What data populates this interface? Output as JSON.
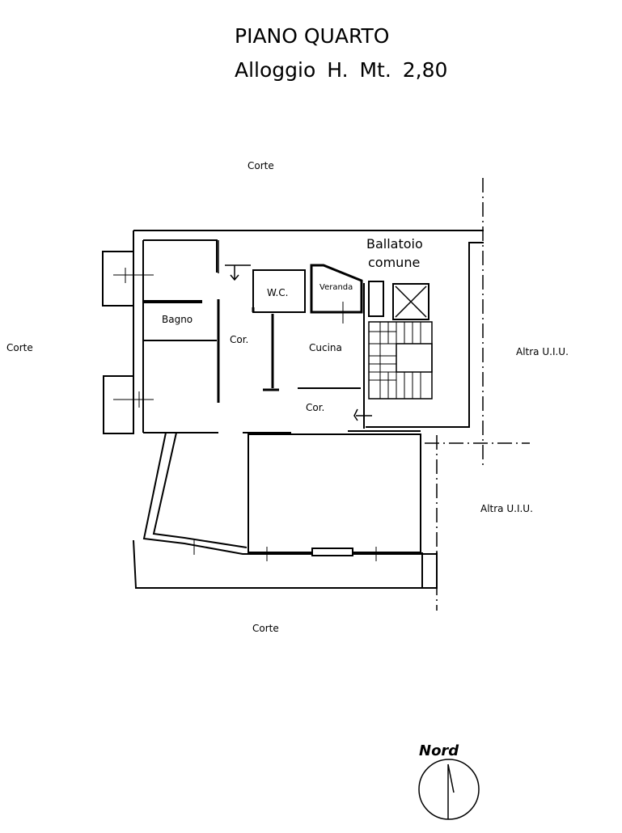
{
  "header": {
    "title": "PIANO QUARTO",
    "subtitle": "Alloggio  H.  Mt. 2,80"
  },
  "surroundings": {
    "top": "Corte",
    "left": "Corte",
    "bottom": "Corte",
    "right_upper": "Altra U.I.U.",
    "right_lower": "Altra U.I.U."
  },
  "rooms": {
    "ballatoio": "Ballatoio",
    "ballatoio_2": "comune",
    "wc": "W.C.",
    "veranda": "Veranda",
    "bagno": "Bagno",
    "corridor_1": "Cor.",
    "cucina": "Cucina",
    "corridor_2": "Cor."
  },
  "compass": {
    "label": "Nord"
  }
}
